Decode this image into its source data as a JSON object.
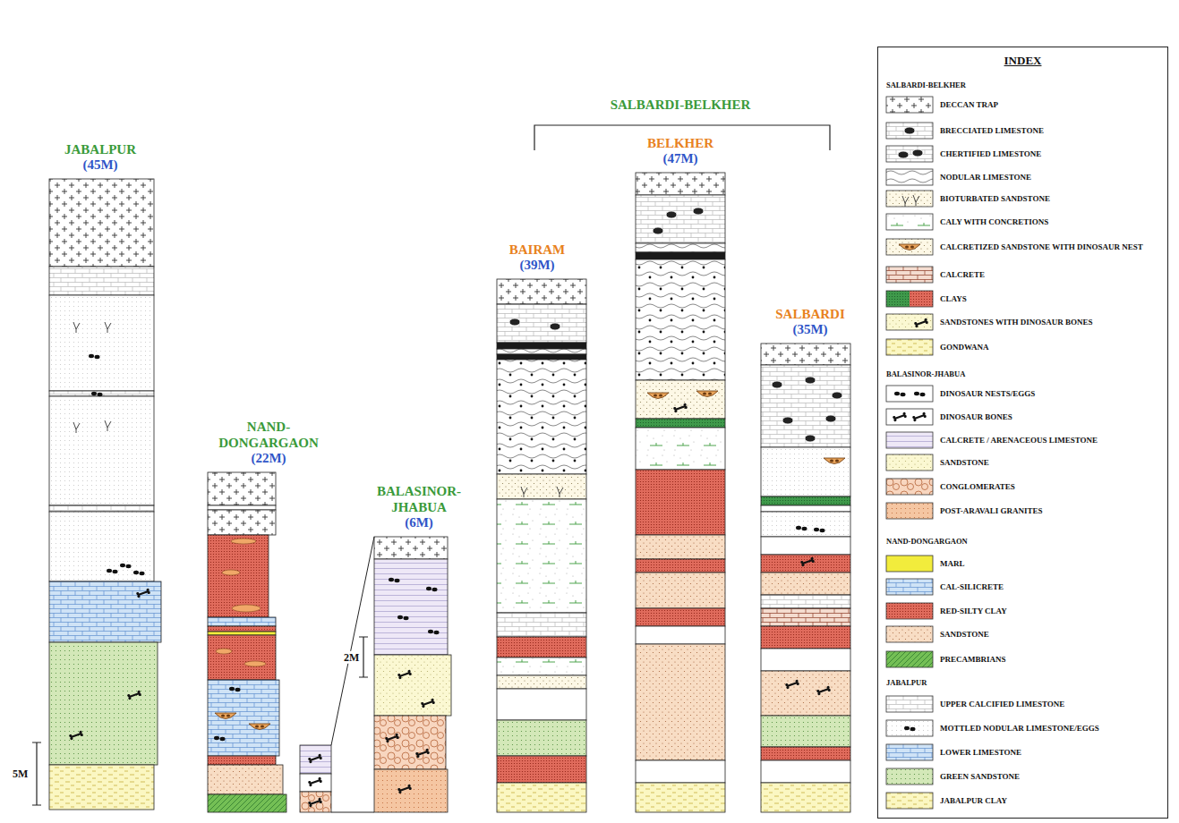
{
  "diagram": {
    "nodes": [
      {
        "text": [
          "JABALPUR",
          "(45M)"
        ]
      },
      {
        "text": [
          "NAND- DONGARGAON",
          "(22M)"
        ]
      },
      {
        "text": [
          "BALASINOR- JHABUA",
          "(6M)"
        ]
      },
      {
        "text": [
          "BAIRAM",
          "(39M)"
        ]
      },
      {
        "text": [
          "BELKHER",
          "(47M)"
        ]
      },
      {
        "text": [
          "SALBARDI",
          "(35M)"
        ]
      },
      {
        "text": [
          "INDEX"
        ]
      }
    ],
    "labels": [
      "SALBARDI-BELKHER",
      "5M",
      "2M",
      "SALBARDI-BELKHER",
      "BALASINOR-JHABUA",
      "NAND-DONGARGAON",
      "JABALPUR"
    ],
    "legend": [
      {
        "text": "DECCAN TRAP"
      },
      {
        "text": "BRECCIATED LIMESTONE"
      },
      {
        "text": "CHERTIFIED LIMESTONE"
      },
      {
        "text": "NODULAR LIMESTONE"
      },
      {
        "text": "BIOTURBATED SANDSTONE"
      },
      {
        "text": "CALY WITH CONCRETIONS"
      },
      {
        "text": "CALCRETIZED SANDSTONE WITH DINOSAUR NEST"
      },
      {
        "text": "CALCRETE"
      },
      {
        "text": "CLAYS"
      },
      {
        "text": "SANDSTONES WITH DINOSAUR BONES"
      },
      {
        "text": "GONDWANA"
      },
      {
        "text": "DINOSAUR NESTS/EGGS"
      },
      {
        "text": "DINOSAUR BONES"
      },
      {
        "text": "CALCRETE / ARENACEOUS LIMESTONE"
      },
      {
        "text": "SANDSTONE"
      },
      {
        "text": "CONGLOMERATES"
      },
      {
        "text": "POST-ARAVALI GRANITES"
      },
      {
        "text": "MARL",
        "color": "#f2ec3c"
      },
      {
        "text": "CAL-SILICRETE"
      },
      {
        "text": "RED-SILTY CLAY"
      },
      {
        "text": "SANDSTONE"
      },
      {
        "text": "PRECAMBRIANS"
      },
      {
        "text": "UPPER CALCIFIED LIMESTONE"
      },
      {
        "text": "MOTTLED NODULAR LIMESTONE/EGGS"
      },
      {
        "text": "LOWER LIMESTONE"
      },
      {
        "text": "GREEN SANDSTONE"
      },
      {
        "text": "JABALPUR CLAY"
      }
    ]
  }
}
